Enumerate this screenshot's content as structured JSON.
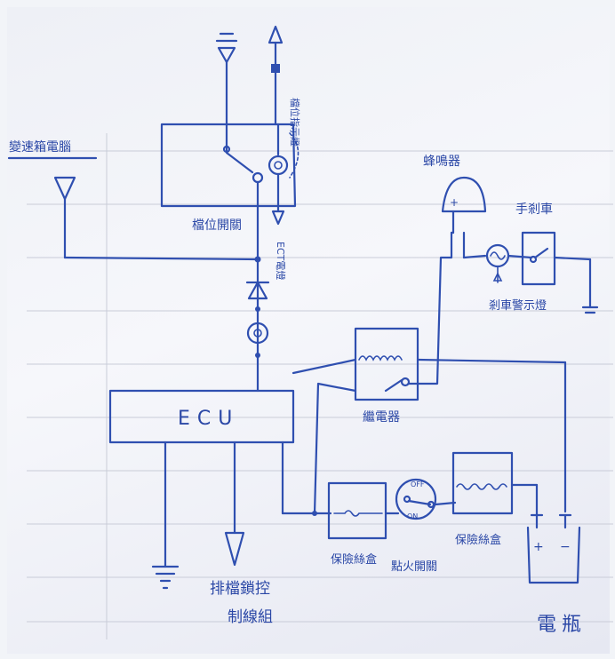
{
  "labels": {
    "speed_sensor": "變速箱電腦",
    "gear_switch": "檔位開關",
    "gear_indicator": "檔位指示燈",
    "ect_light": "ECT電燈",
    "buzzer": "蜂鳴器",
    "handbrake": "手剎車",
    "handbrake_light": "剎車警示燈",
    "relay": "繼電器",
    "ecu": "ECU",
    "fuse_box_1": "保險絲盒",
    "ignition_switch": "點火開關",
    "fuse_box_2": "保險絲盒",
    "battery": "電瓶",
    "shift_lock_line1": "排檔鎖控",
    "shift_lock_line2": "制線組",
    "switch_off": "OFF",
    "switch_on": "ON",
    "plus": "+",
    "minus": "−"
  }
}
